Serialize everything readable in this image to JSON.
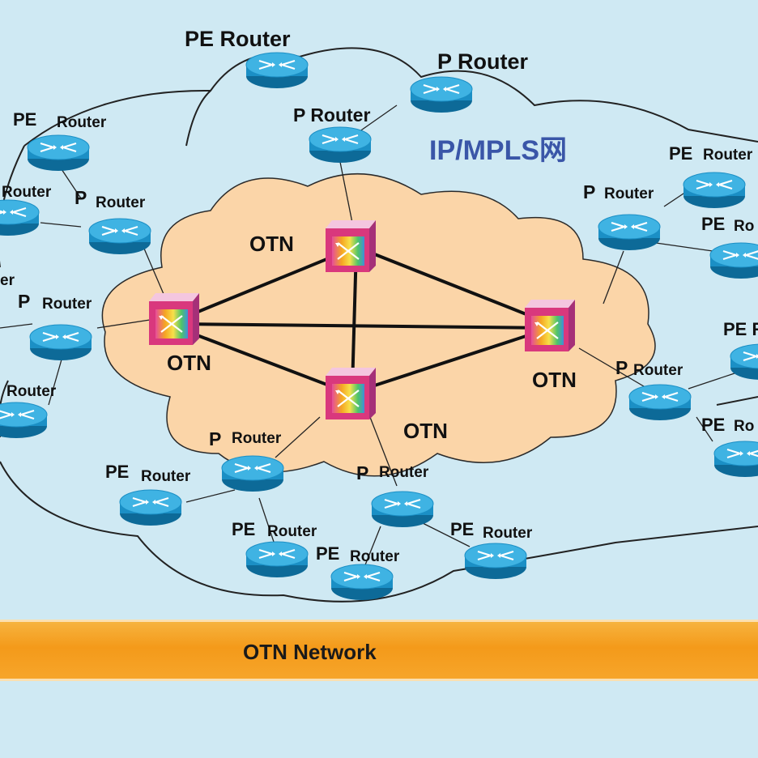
{
  "diagram": {
    "title": "IP/MPLS网",
    "otn_label": "OTN",
    "banner": "OTN Network",
    "labels": {
      "pe_router": "PE Router",
      "p_router": "P Router",
      "pe": "PE",
      "p": "P",
      "router": "Router",
      "r": "R",
      "ro": "Ro",
      "er": "er",
      "pe_r": "PE R"
    },
    "colors": {
      "background": "#cfe9f3",
      "router_body": "#1b8fc5",
      "router_top": "#3fb3e3",
      "cloud": "#fbd5a8",
      "banner": "#f49a1a",
      "title": "#3a56a8"
    },
    "icons": [
      "router-icon",
      "otn-switch-icon",
      "cloud-shape"
    ]
  }
}
